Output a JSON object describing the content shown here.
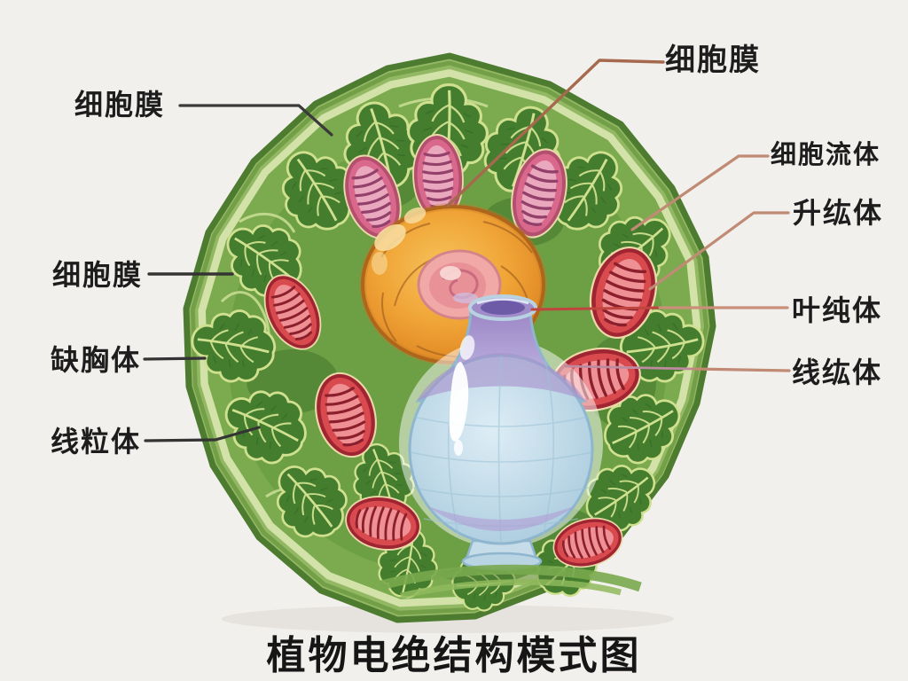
{
  "title": {
    "text": "植物电绝结构模式图"
  },
  "labels": {
    "top_left": {
      "text": "细胞膜"
    },
    "top_right": {
      "text": "细胞膜"
    },
    "right": [
      {
        "text": "细胞流体"
      },
      {
        "text": "升纮体"
      },
      {
        "text": "叶纯体"
      },
      {
        "text": "线纮体"
      }
    ],
    "left": [
      {
        "text": "细胞膜"
      },
      {
        "text": "缺胸体"
      },
      {
        "text": "线粒体"
      }
    ]
  },
  "colors": {
    "background": "#f2f0ed",
    "label_text": "#1d1d1d",
    "leader_dark": "#3a3a3a",
    "leader_brown": "#a5694d",
    "leader_salmon": "#c08a74",
    "leader_red": "#c0453e",
    "cell_wall_dark_green": "#4d7c30",
    "cell_wall_green": "#93b863",
    "cytoplasm_green": "#74a548",
    "leaf_outline_yellow_green": "#cfe08f",
    "mitochondrion_red": "#d94a4e",
    "mitochondrion_pink": "#d9688c",
    "nucleus_orange": "#ee9d2e",
    "nucleolus_pink": "#f0a9a6",
    "vacuole_blue": "#c6deeb",
    "vacuole_purple": "#a78fcb"
  }
}
